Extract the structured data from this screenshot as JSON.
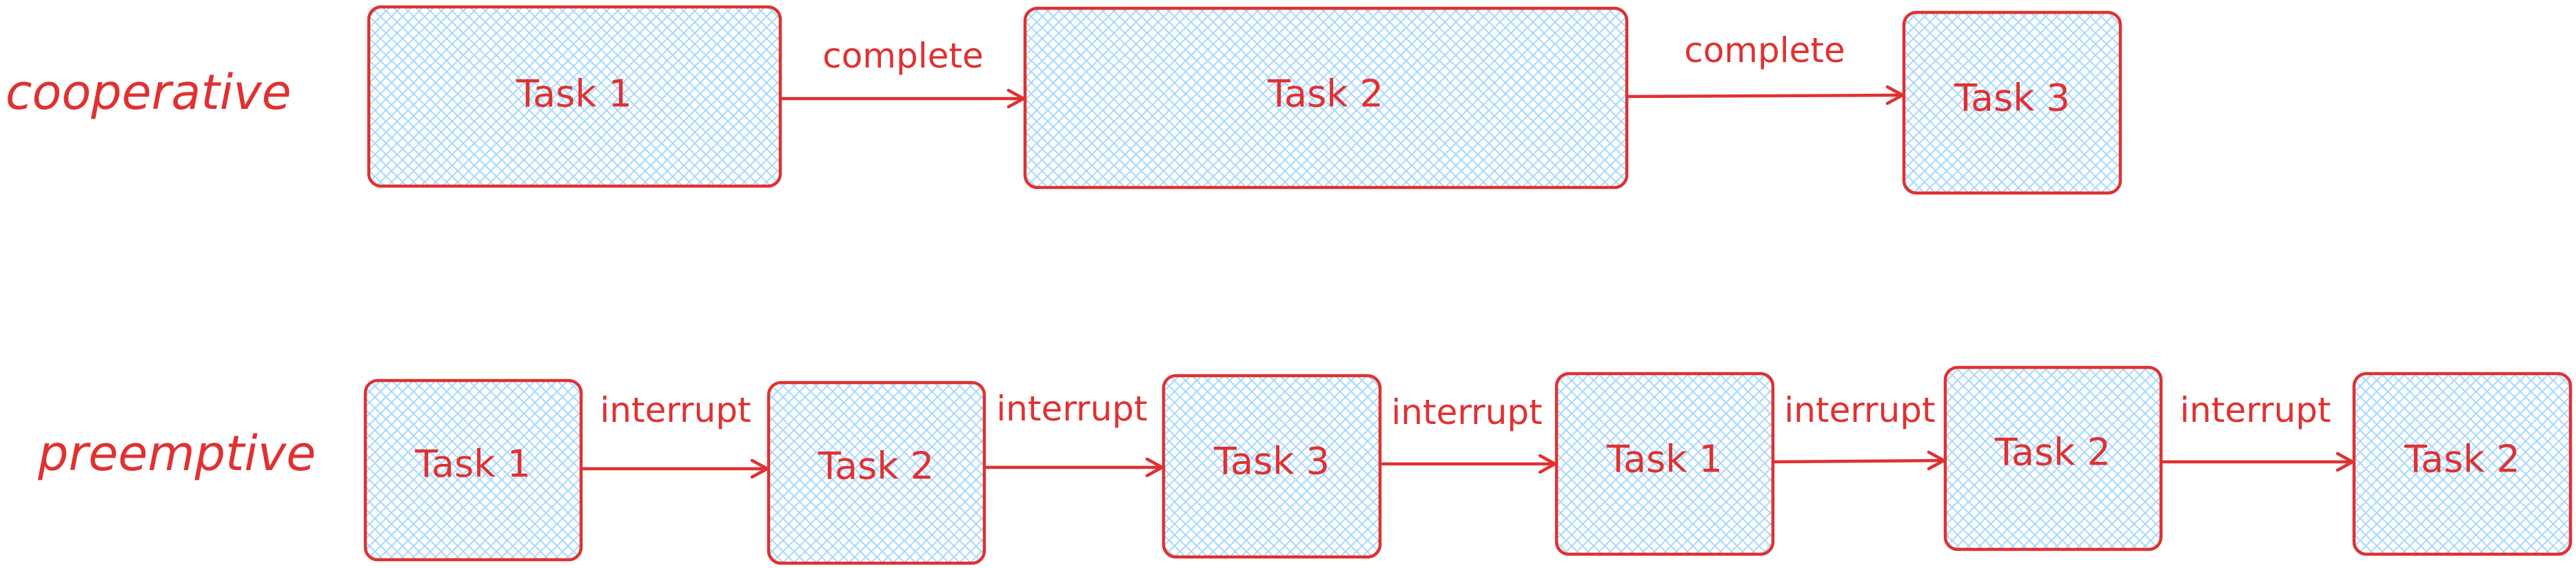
{
  "colors": {
    "stroke": "#e03131",
    "hatch": "#a5d8ff",
    "background": "#ffffff"
  },
  "rows": [
    {
      "label": "cooperative",
      "tasks": [
        "Task 1",
        "Task 2",
        "Task 3"
      ],
      "edges": [
        "complete",
        "complete"
      ]
    },
    {
      "label": "preemptive",
      "tasks": [
        "Task 1",
        "Task 2",
        "Task 3",
        "Task 1",
        "Task 2",
        "Task 2"
      ],
      "edges": [
        "interrupt",
        "interrupt",
        "interrupt",
        "interrupt",
        "interrupt"
      ]
    }
  ]
}
